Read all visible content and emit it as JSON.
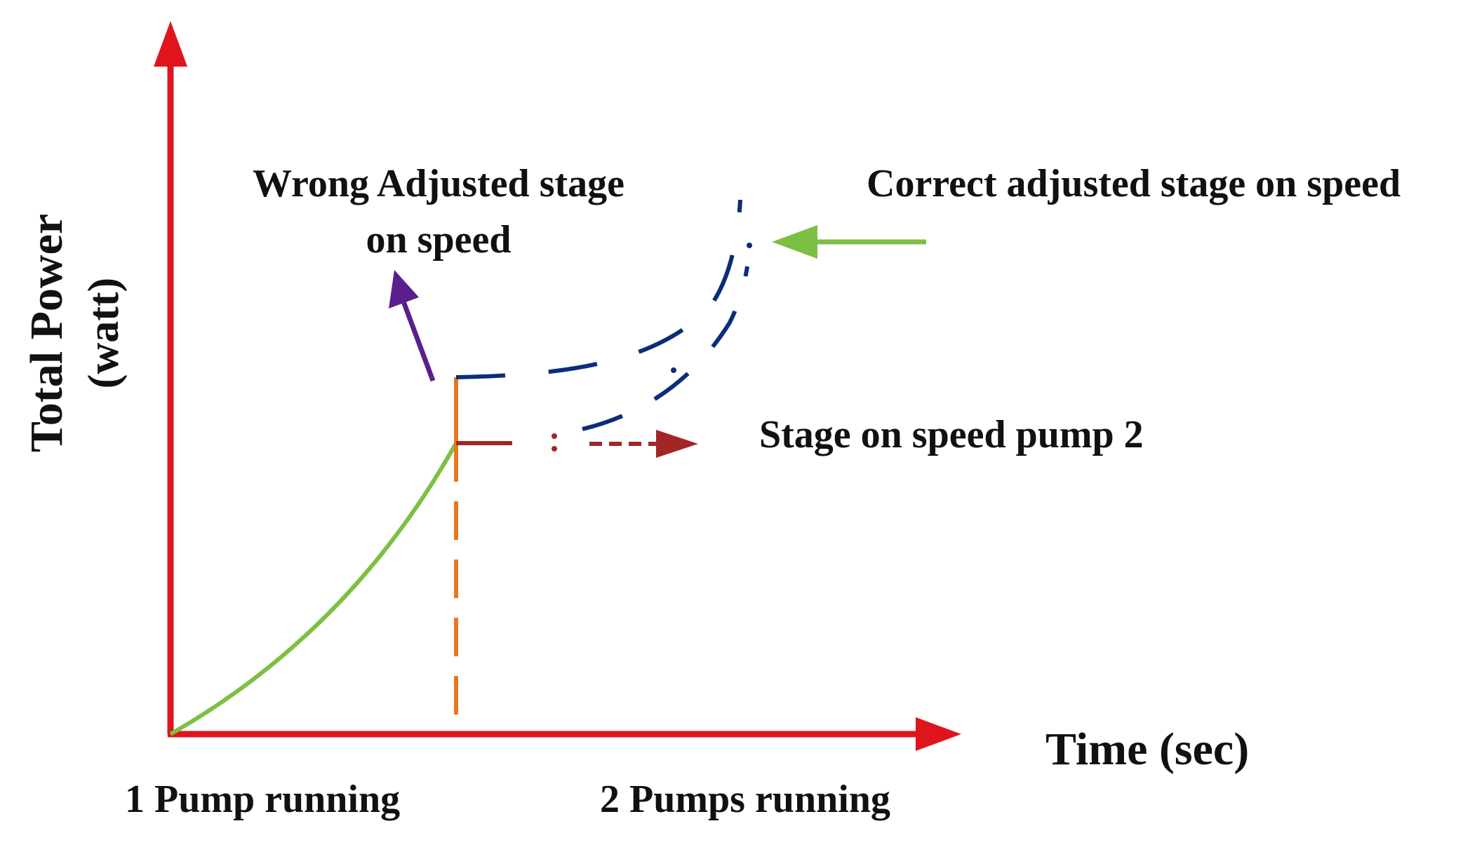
{
  "figure": {
    "axes": {
      "y_label_line1": "Total Power",
      "y_label_line2": "(watt)",
      "x_label": "Time (sec)"
    },
    "labels": {
      "one_pump": "1 Pump running",
      "two_pumps": "2 Pumps running",
      "wrong_line1": "Wrong Adjusted stage",
      "wrong_line2": "on speed",
      "correct": "Correct adjusted stage on speed",
      "stage_pump2": "Stage on speed pump 2"
    },
    "colors": {
      "axis": "#e0141c",
      "single_pump_curve": "#7cc043",
      "staging_curves": "#0b2d7a",
      "transition_marker": "#e8761f",
      "stage_line": "#a32626",
      "wrong_arrow": "#5a1f8c",
      "correct_arrow": "#7cc043"
    }
  }
}
